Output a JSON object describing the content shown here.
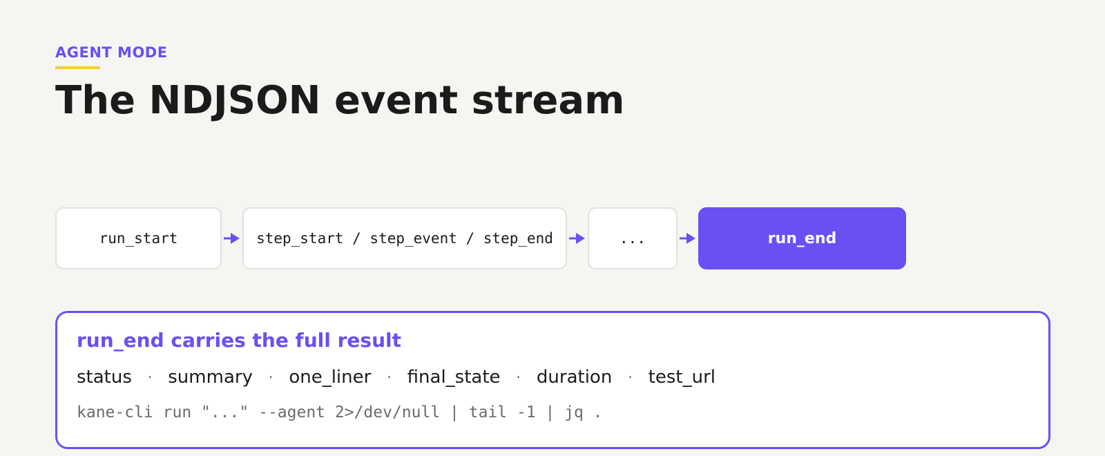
{
  "header": {
    "eyebrow": "AGENT MODE",
    "title": "The NDJSON event stream"
  },
  "flow": {
    "nodes": [
      {
        "label": "run_start"
      },
      {
        "label": "step_start / step_event / step_end"
      },
      {
        "label": "..."
      },
      {
        "label": "run_end"
      }
    ],
    "arrow_icon": "arrow-right-icon"
  },
  "result": {
    "heading": "run_end carries the full result",
    "fields": [
      "status",
      "summary",
      "one_liner",
      "final_state",
      "duration",
      "test_url"
    ],
    "separator": "·",
    "command": "kane-cli run \"...\" --agent 2>/dev/null | tail -1 | jq ."
  },
  "colors": {
    "accent": "#6b4ff2",
    "underline": "#f8c93a",
    "background": "#f6f5f2"
  }
}
